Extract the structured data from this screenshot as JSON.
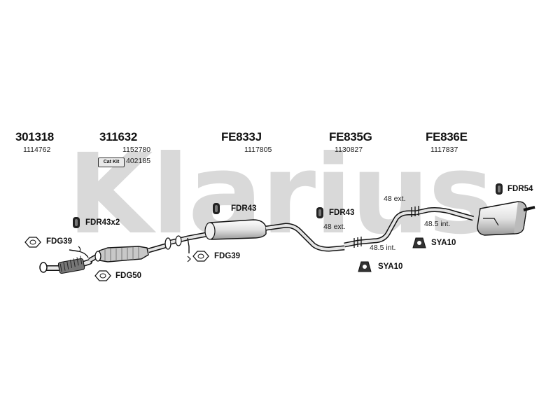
{
  "watermark": "Klarius",
  "headers": [
    {
      "code": "301318",
      "ref": "1114762"
    },
    {
      "code": "311632",
      "ref": "1152780"
    },
    {
      "code": "FE833J",
      "ref": "1117805"
    },
    {
      "code": "FE835G",
      "ref": "1130827"
    },
    {
      "code": "FE836E",
      "ref": "1117837"
    }
  ],
  "cat_kit": {
    "badge": "Cat Kit",
    "ref": "402185"
  },
  "parts": {
    "fdr43x2": "FDR43x2",
    "fdg39_left": "FDG39",
    "fdg50": "FDG50",
    "fdr43_mid": "FDR43",
    "fdg39_mid": "FDG39",
    "fdr43_right": "FDR43",
    "sya10_lower": "SYA10",
    "sya10_upper": "SYA10",
    "fdr54": "FDR54"
  },
  "notes": {
    "ext_48_right": "48 ext.",
    "int_485_right": "48.5 int.",
    "ext_48_mid": "48 ext.",
    "int_485_mid": "48.5 int."
  },
  "colors": {
    "watermark": "#d9d9d9",
    "ink": "#111111",
    "pipe_fill": "#e4e4e4"
  }
}
